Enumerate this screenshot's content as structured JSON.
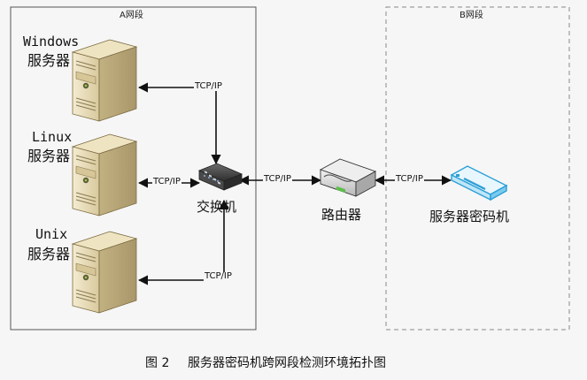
{
  "segments": {
    "a": {
      "title": "A网段"
    },
    "b": {
      "title": "B网段"
    }
  },
  "servers": [
    {
      "name": "Windows",
      "label": "服务器"
    },
    {
      "name": "Linux",
      "label": "服务器"
    },
    {
      "name": "Unix",
      "label": "服务器"
    }
  ],
  "devices": {
    "switch": {
      "label": "交换机"
    },
    "router": {
      "label": "路由器"
    },
    "crypto": {
      "label": "服务器密码机"
    }
  },
  "links": {
    "windows_switch": "TCP/IP",
    "linux_switch": "TCP/IP",
    "unix_switch": "TCP/IP",
    "switch_router": "TCP/IP",
    "router_crypto": "TCP/IP"
  },
  "caption": {
    "figure": "图 2",
    "text": "服务器密码机跨网段检测环境拓扑图"
  },
  "colors": {
    "server_body": "#e8dcb4",
    "server_shade": "#c8b88a",
    "crypto_blue": "#2a9fd6",
    "switch_dark": "#3a3a3a",
    "router_gray": "#d9d9d9",
    "line": "#111111"
  }
}
